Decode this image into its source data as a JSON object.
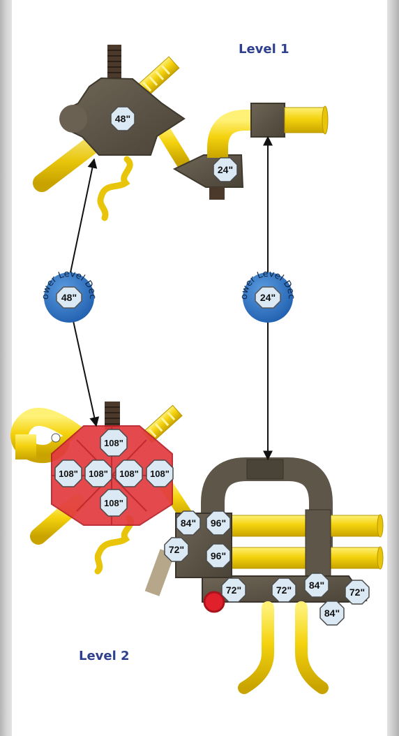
{
  "colors": {
    "slide_yellow": "#f4d20e",
    "deck_brown": "#5e5648",
    "roof_red": "#e23a3e",
    "badge_blue": "#2f73c4",
    "label_navy": "#2f3f8f",
    "ladder_brown": "#4b3a2c",
    "arrow": "#111111"
  },
  "level1": {
    "title": "Level 1",
    "hexagon_deck_height": "48\"",
    "small_deck_height": "24\""
  },
  "level2": {
    "title": "Level 2",
    "roof_heights": [
      "108\"",
      "108\"",
      "108\"",
      "108\"",
      "108\"",
      "108\""
    ],
    "deck_heights": {
      "a": "84\"",
      "b": "96\"",
      "c": "72\"",
      "d": "96\"",
      "e": "72\"",
      "f": "72\"",
      "g": "84\"",
      "h": "72\"",
      "i": "84\""
    }
  },
  "lower_level_decks": [
    {
      "label": "Lower Level Deck",
      "height": "48\""
    },
    {
      "label": "Lower Level Deck",
      "height": "24\""
    }
  ]
}
